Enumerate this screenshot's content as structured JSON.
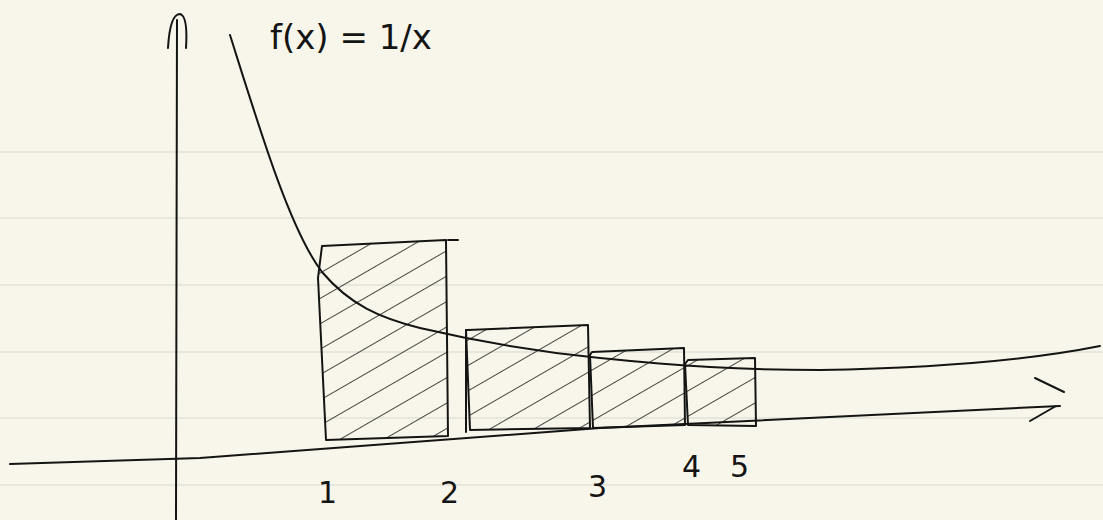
{
  "diagram": {
    "labels": [
      "f(x) = 1/x",
      "1",
      "2",
      "3",
      "4",
      "5"
    ]
  }
}
